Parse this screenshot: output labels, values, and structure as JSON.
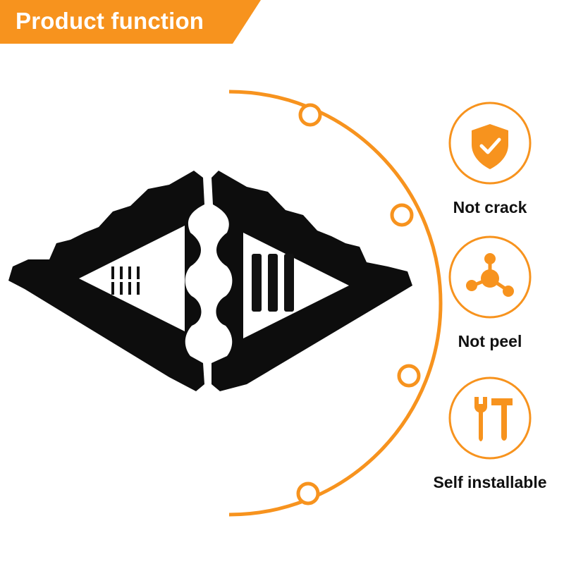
{
  "banner": {
    "title": "Product function"
  },
  "colors": {
    "accent": "#F7931E",
    "product": "#0d0d0d"
  },
  "features": [
    {
      "label": "Not crack",
      "icon": "shield-check-icon"
    },
    {
      "label": "Not peel",
      "icon": "molecule-icon"
    },
    {
      "label": "Self installable",
      "icon": "tools-icon"
    }
  ]
}
